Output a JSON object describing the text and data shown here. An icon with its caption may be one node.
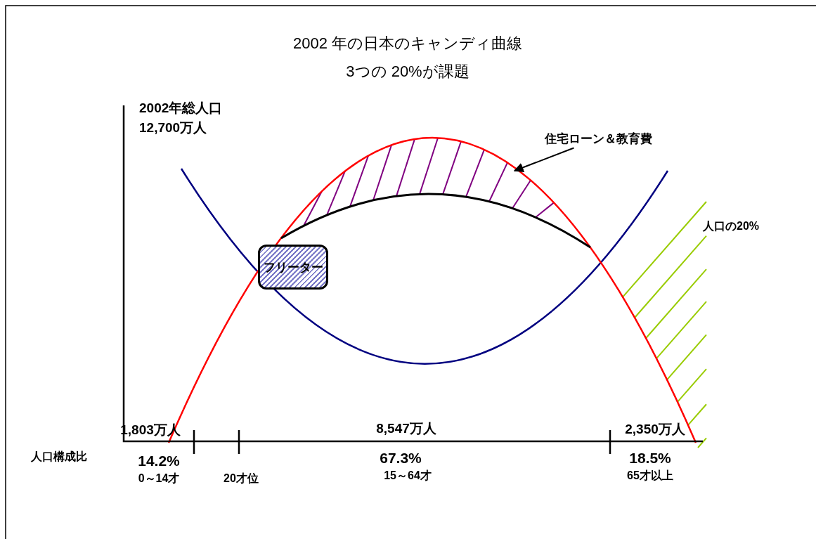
{
  "diagram": {
    "title": "2002 年の日本のキャンディ曲線",
    "nodes": [
      {
        "text": [
          "フリーター"
        ]
      },
      {
        "text": [
          "住宅ローン＆教育費"
        ]
      },
      {
        "text": [],
        "shape": "region"
      }
    ],
    "edges": [
      {
        "from": 1,
        "to": 2,
        "arrow": "to"
      }
    ],
    "labels": [
      "3つの 20%が課題",
      "2002年総人口",
      "12,700万人",
      "人口の20%",
      "1,803万人",
      "8,547万人",
      "2,350万人",
      "人口構成比",
      "14.2%",
      "67.3%",
      "18.5%",
      "0～14才",
      "20才位",
      "15～64才",
      "65才以上"
    ]
  }
}
